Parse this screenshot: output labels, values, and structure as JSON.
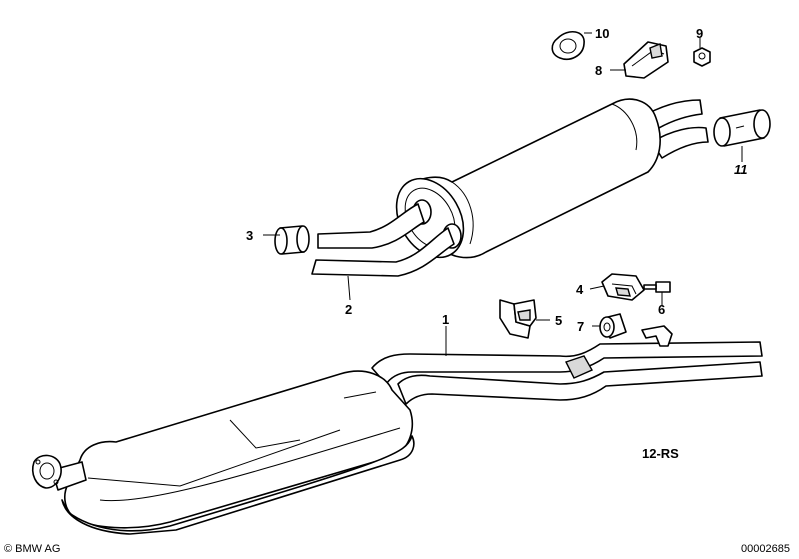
{
  "labels": {
    "p1": "1",
    "p2": "2",
    "p3": "3",
    "p4": "4",
    "p5": "5",
    "p6": "6",
    "p7": "7",
    "p8": "8",
    "p9": "9",
    "p10": "10",
    "p11": "11"
  },
  "diagram_code": "12-RS",
  "copyright": "© BMW AG",
  "image_number": "00002685"
}
